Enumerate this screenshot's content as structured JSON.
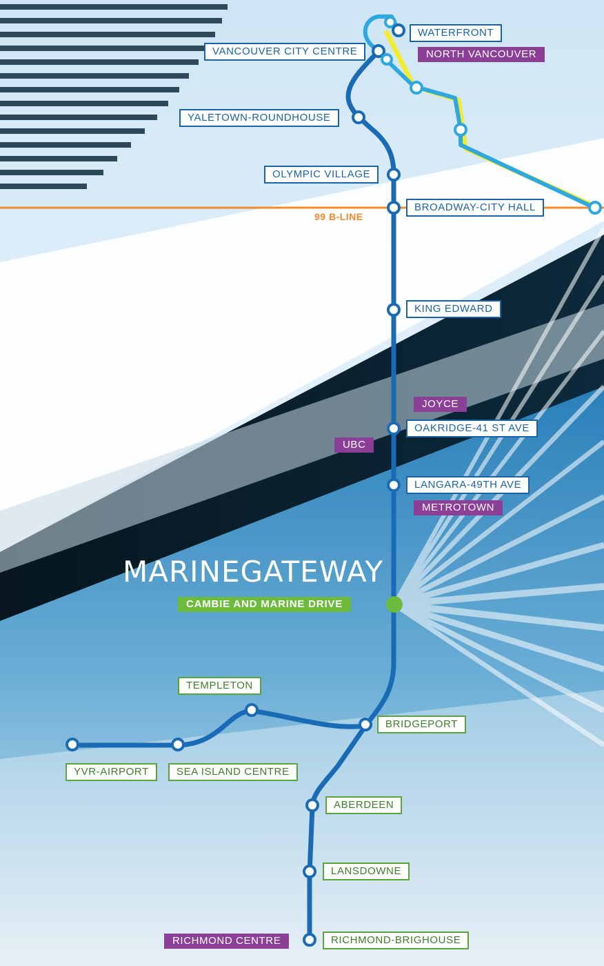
{
  "feature_title": "MARINEGATEWAY",
  "feature_subtitle": "CAMBIE AND MARINE DRIVE",
  "bline_label": "99 B-LINE",
  "colors": {
    "canada_line": "#1a6bb5",
    "expo_line": "#2fa8e0",
    "millennium_line": "#f3ec2b",
    "bline": "#f08a2a",
    "green_accent": "#6cbb3c",
    "purple_accent": "#8b3f96"
  },
  "stations_main": [
    "WATERFRONT",
    "VANCOUVER CITY CENTRE",
    "YALETOWN-ROUNDHOUSE",
    "OLYMPIC VILLAGE",
    "BROADWAY-CITY HALL",
    "KING EDWARD",
    "OAKRIDGE-41 ST AVE",
    "LANGARA-49TH AVE"
  ],
  "stations_south": [
    "TEMPLETON",
    "BRIDGEPORT",
    "YVR-AIRPORT",
    "SEA ISLAND CENTRE",
    "ABERDEEN",
    "LANSDOWNE",
    "RICHMOND-BRIGHOUSE"
  ],
  "connections": {
    "north_vancouver": "NORTH VANCOUVER",
    "joyce": "JOYCE",
    "ubc": "UBC",
    "metrotown": "METROTOWN",
    "richmond_centre": "RICHMOND CENTRE"
  }
}
